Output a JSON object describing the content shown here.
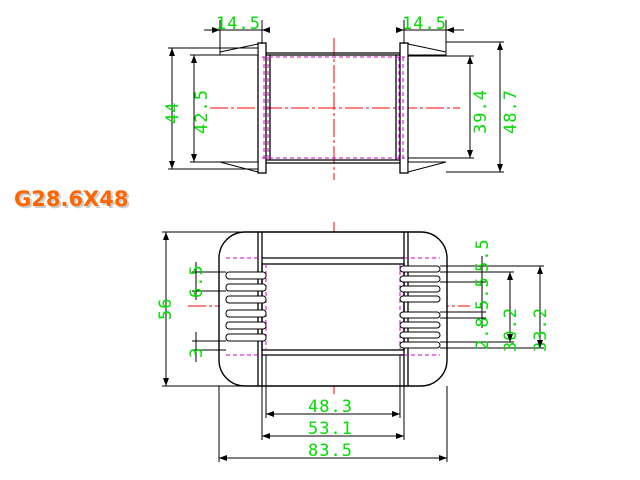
{
  "title": "G28.6X48",
  "colors": {
    "outline": "#000000",
    "dimension_line": "#000000",
    "dimension_text": "#00dd00",
    "center_line": "#ff0000",
    "hidden_line": "#cc00cc",
    "title": "#ff6600",
    "title_shadow": "#cccccc"
  },
  "top_view": {
    "dims": {
      "left_flange": "14.5",
      "right_flange": "14.5",
      "height_outer_left": "44",
      "height_inner_left": "42.5",
      "height_inner_right": "39.4",
      "height_outer_right": "48.7"
    }
  },
  "front_view": {
    "dims": {
      "total_height": "56",
      "pin_pitch_left": "6.5",
      "pin_gap_left": "3",
      "pin_pitch_right": "5.5",
      "pin_row_right": "5.5",
      "pin_gap_right": "2.8",
      "span_inner_right": "30.2",
      "span_outer_right": "33.2",
      "core_width": "48.3",
      "flange_width": "53.1",
      "total_width": "83.5"
    }
  }
}
